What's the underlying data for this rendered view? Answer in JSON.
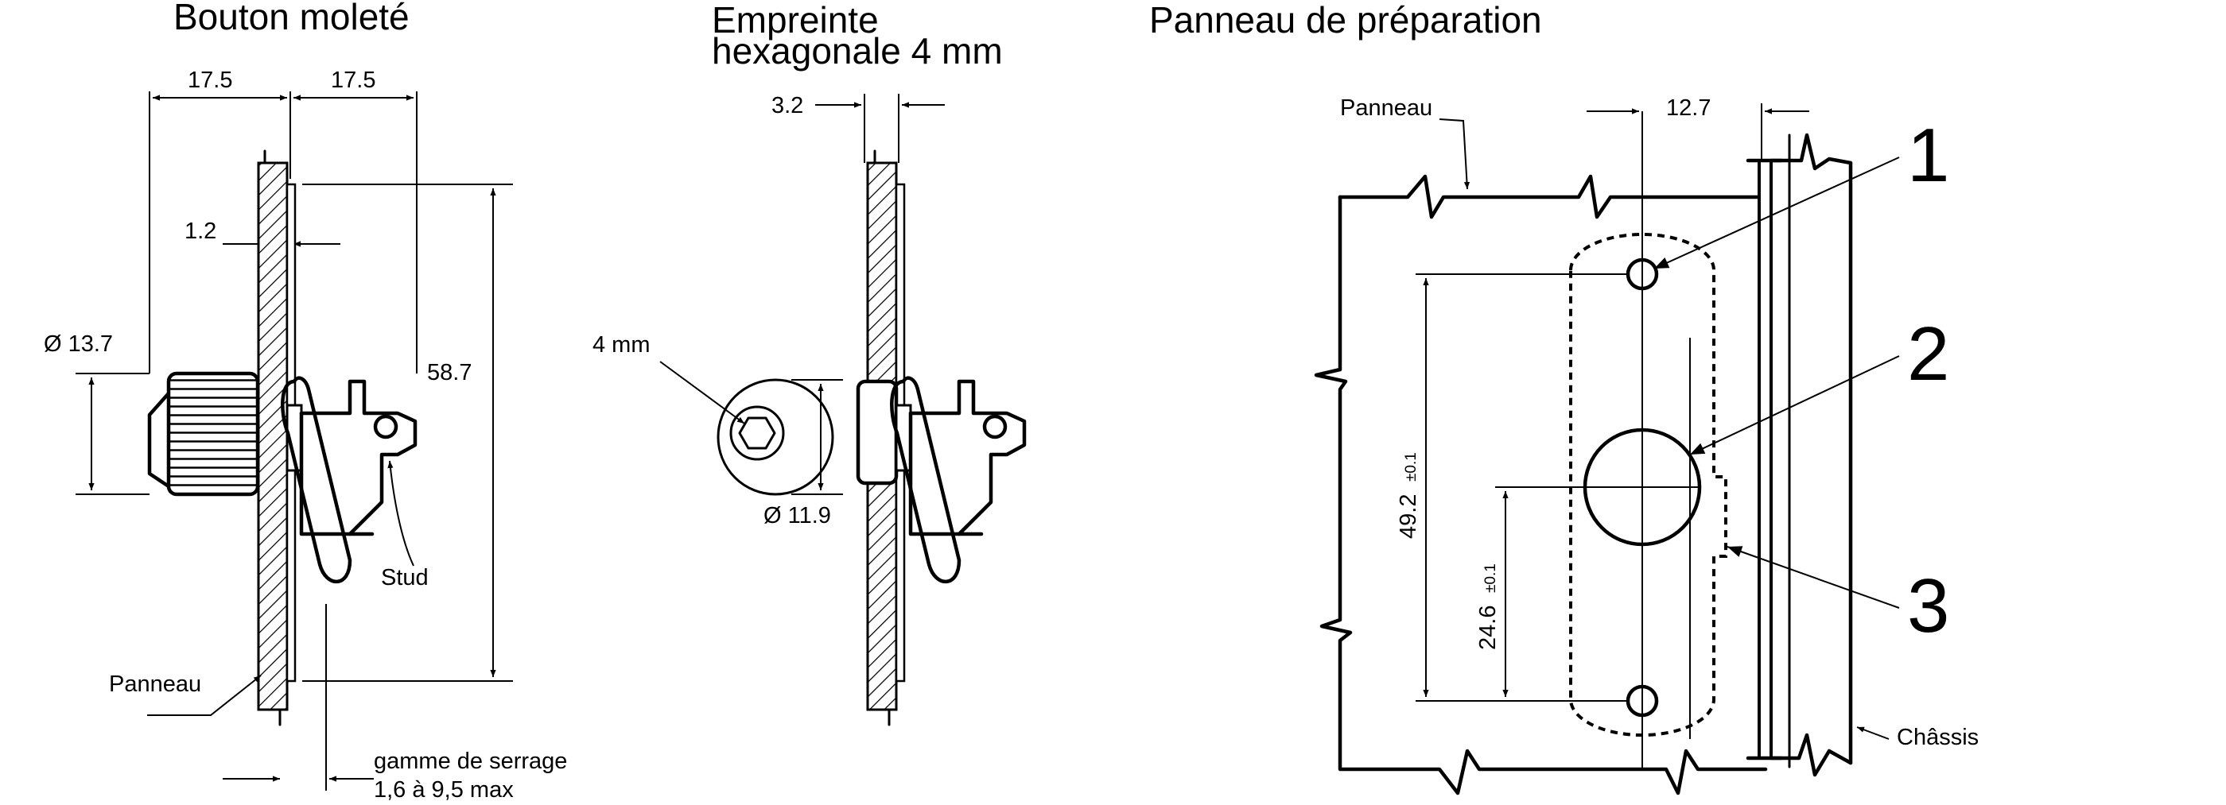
{
  "titles": {
    "knurled": "Bouton moleté",
    "hex_line1": "Empreinte",
    "hex_line2": "hexagonale 4 mm",
    "panel": "Panneau de préparation"
  },
  "knurled_view": {
    "dim_left_width": "17.5",
    "dim_right_width": "17.5",
    "dim_gap": "1.2",
    "dim_diameter": "Ø 13.7",
    "dim_height": "58.7",
    "label_stud": "Stud",
    "label_panel": "Panneau",
    "grip_range_line1": "gamme de serrage",
    "grip_range_line2": "1,6 à 9,5 max"
  },
  "hex_view": {
    "dim_thickness": "3.2",
    "dim_socket": "4 mm",
    "dim_diameter": "Ø 11.9"
  },
  "panel_view": {
    "label_panel": "Panneau",
    "dim_offset": "12.7",
    "dim_hole_spacing": "49.2",
    "dim_hole_spacing_tol": "±0.1",
    "dim_half_spacing": "24.6",
    "dim_half_spacing_tol": "±0.1",
    "callout_1": "1",
    "callout_2": "2",
    "callout_3": "3",
    "label_chassis": "Châssis"
  }
}
